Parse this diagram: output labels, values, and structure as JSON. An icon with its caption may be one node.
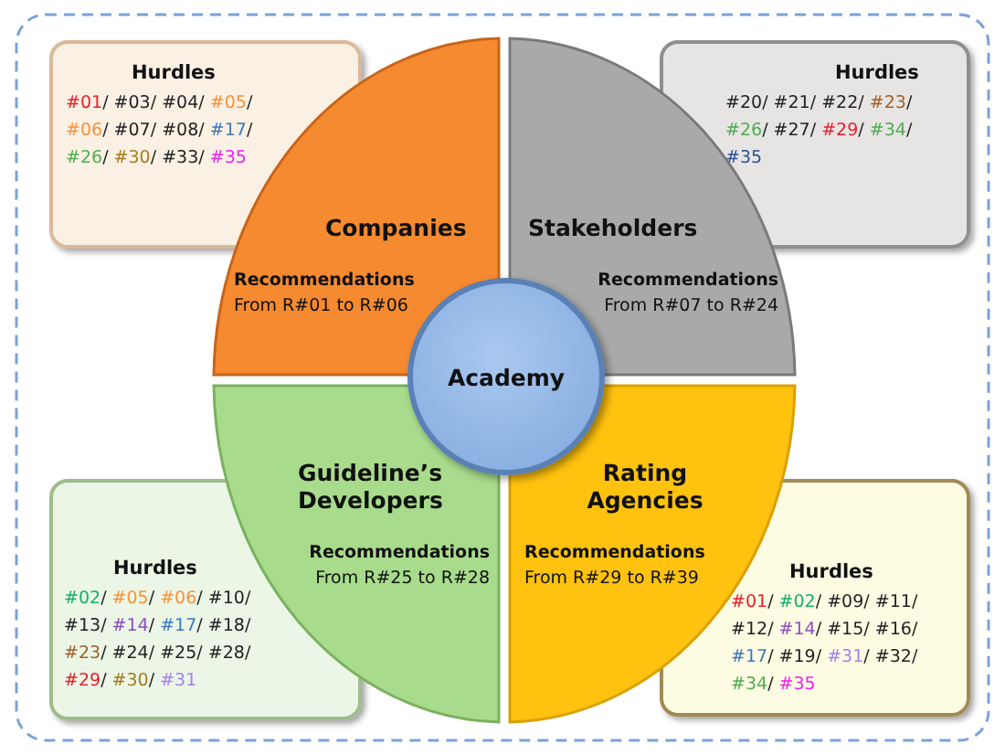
{
  "diagram": {
    "nodes": [
      {
        "text": [
          "Hurdles",
          "#01/ #03/ #04/ #05/ #06/ #07/ #08/ #17/ #26/ #30/ #33/ #35"
        ]
      },
      {
        "text": [
          "Companies",
          "Recommendations",
          "From R#01 to R#06"
        ]
      },
      {
        "text": [
          "Stakeholders",
          "Recommendations",
          "From R#07 to R#24"
        ]
      },
      {
        "text": [
          "Hurdles",
          "#20/ #21/ #22/ #23/ #26/ #27/ #29/ #34/ #35"
        ]
      },
      {
        "text": [
          "Academy"
        ]
      },
      {
        "text": [
          "Guideline’s Developers",
          "Recommendations",
          "From R#25 to R#28"
        ]
      },
      {
        "text": [
          "Rating Agencies",
          "Recommendations",
          "From R#29 to R#39"
        ]
      },
      {
        "text": [
          "Hurdles",
          "#02/ #05/ #06/ #10/ #13/ #14/ #17/ #18/ #23/ #24/ #25/ #28/ #29/ #30/ #31"
        ]
      },
      {
        "text": [
          "Hurdles",
          "#01/ #02/ #09/ #11/ #12/ #14/ #15/ #16/ #17/ #19/ #31/ #32/ #34/ #35"
        ]
      }
    ],
    "edges": []
  }
}
